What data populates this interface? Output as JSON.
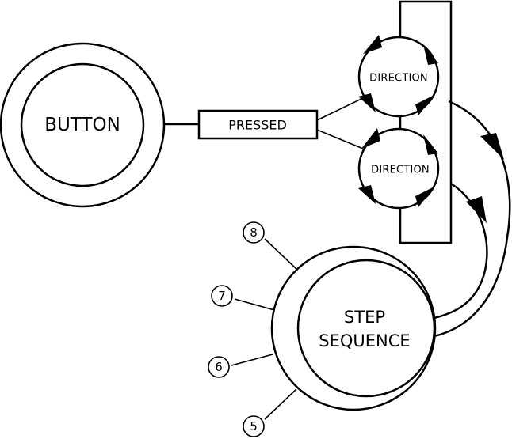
{
  "colors": {
    "stroke": "#000000",
    "fill": "#ffffff"
  },
  "nodes": {
    "button": "BUTTON",
    "pressed": "PRESSED",
    "direction_top": "DIRECTION",
    "direction_bottom": "DIRECTION",
    "step_sequence_line1": "STEP",
    "step_sequence_line2": "SEQUENCE"
  },
  "step_numbers": {
    "n8": "8",
    "n7": "7",
    "n6": "6",
    "n5": "5"
  }
}
